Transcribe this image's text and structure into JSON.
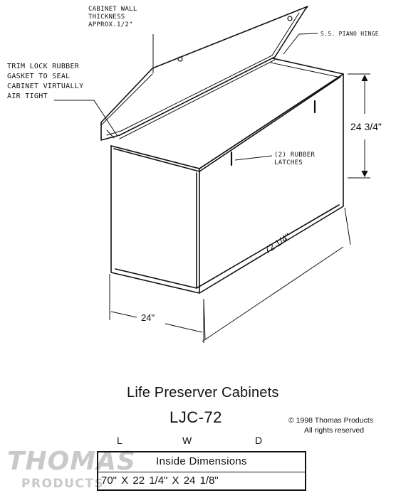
{
  "callouts": {
    "wall_thickness": [
      "CABINET WALL",
      "THICKNESS",
      "APPROX.1/2\""
    ],
    "piano_hinge": "S.S. PIANO HINGE",
    "gasket": [
      "TRIM LOCK RUBBER",
      "GASKET TO SEAL",
      "CABINET VIRTUALLY",
      "AIR TIGHT"
    ],
    "latches": [
      "(2) RUBBER",
      "LATCHES"
    ]
  },
  "dimensions": {
    "height": "24 3/4\"",
    "length": "72 1/4\"",
    "width": "24\""
  },
  "product": {
    "title": "Life  Preserver Cabinets",
    "model": "LJC-72"
  },
  "copyright": [
    "© 1998 Thomas Products",
    "All rights reserved"
  ],
  "axes": {
    "l": "L",
    "w": "W",
    "d": "D"
  },
  "inside": {
    "title": "Inside  Dimensions",
    "values": "70\"  X  22 1/4\"  X  24 1/8\""
  },
  "logo": {
    "word": "THOMAS",
    "sub": "PRODUCTS"
  }
}
